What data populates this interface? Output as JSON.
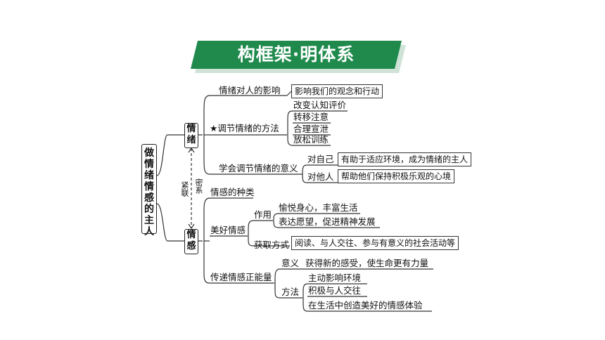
{
  "title": "构框架·明体系",
  "root": "做情绪情感的主人",
  "connector": {
    "left": "紧联",
    "right": "密系"
  },
  "emotion": {
    "label": "情绪",
    "b1": {
      "label": "情绪对人的影响",
      "leaf": "影响我们的观念和行动"
    },
    "b2": {
      "label": "★调节情绪的方法",
      "items": [
        "改变认知评价",
        "转移注意",
        "合理宣泄",
        "放松训练"
      ]
    },
    "b3": {
      "label": "学会调节情绪的意义",
      "self": {
        "label": "对自己",
        "leaf": "有助于适应环境，成为情绪的主人"
      },
      "others": {
        "label": "对他人",
        "leaf": "帮助他们保持积极乐观的心境"
      }
    }
  },
  "feeling": {
    "label": "情感",
    "b1": {
      "label": "情感的种类"
    },
    "b2": {
      "label": "美好情感",
      "effect": {
        "label": "作用",
        "items": [
          "愉悦身心，丰富生活",
          "表达愿望，促进精神发展"
        ]
      },
      "way": {
        "label": "获取方式",
        "leaf": "阅读、与人交往、参与有意义的社会活动等"
      }
    },
    "b3": {
      "label": "传递情感正能量",
      "meaning": {
        "label": "意义",
        "text": "获得新的感受，使生命更有力量"
      },
      "method": {
        "label": "方法",
        "items": [
          "主动影响环境",
          "积极与人交往",
          "在生活中创造美好的情感体验"
        ]
      }
    }
  }
}
